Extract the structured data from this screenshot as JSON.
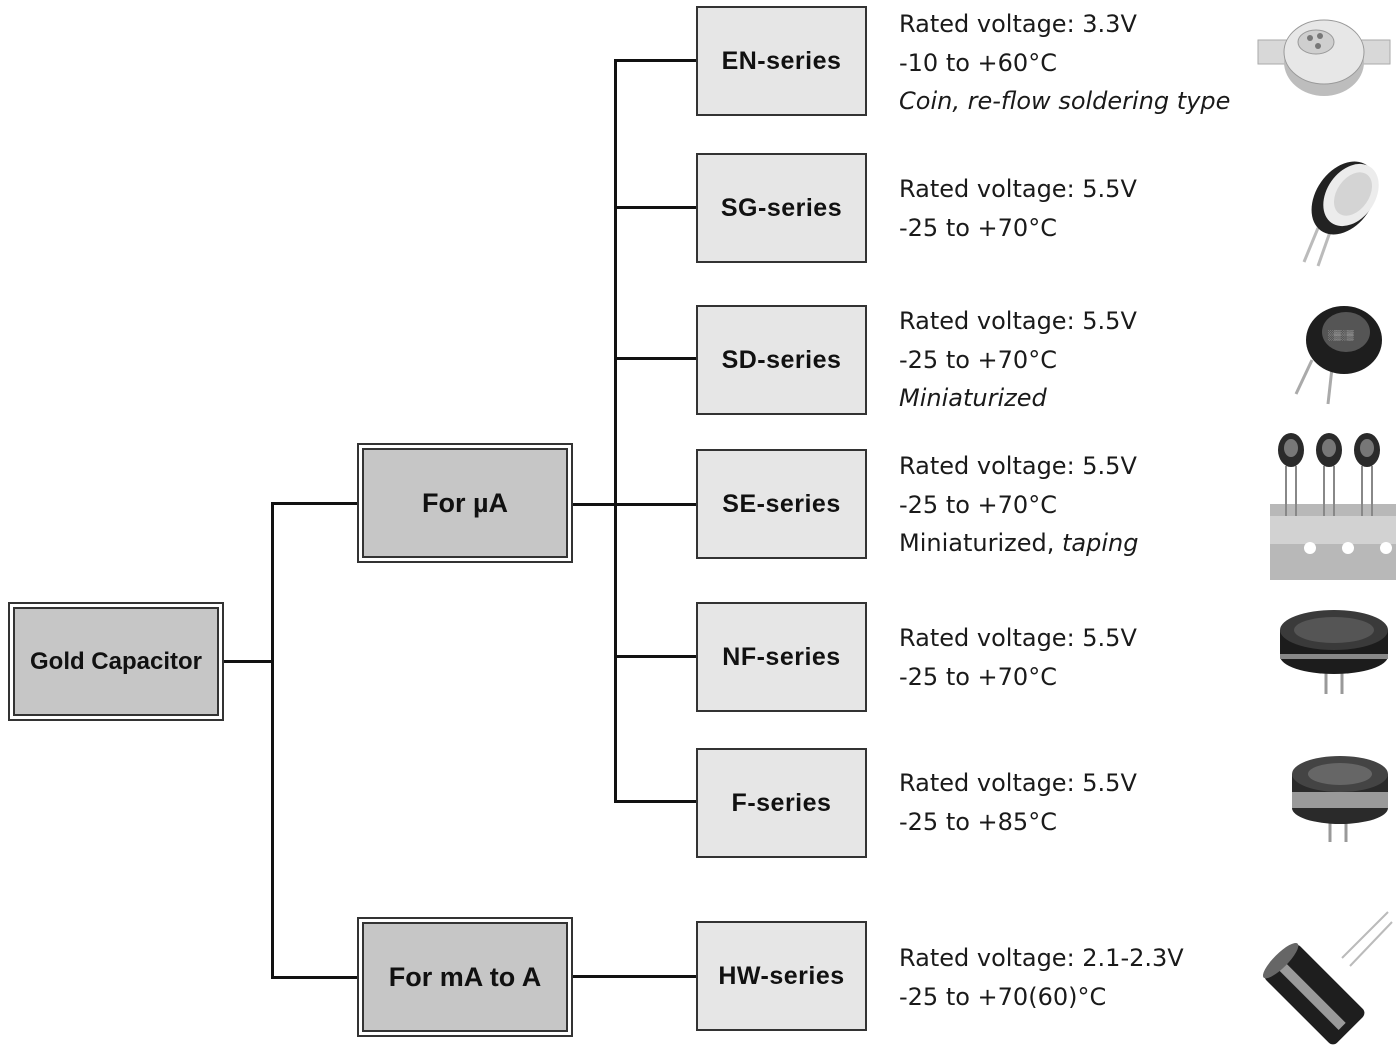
{
  "root": {
    "label": "Gold Capacitor"
  },
  "groups": [
    {
      "label": "For µA"
    },
    {
      "label": "For mA to A"
    }
  ],
  "series": [
    {
      "name": "EN-series",
      "voltage": "Rated voltage: 3.3V",
      "temp": "-10 to +60°C",
      "note_plain": "",
      "note_italic": "Coin, re-flow soldering type",
      "image_icon": "coin-capacitor-icon"
    },
    {
      "name": "SG-series",
      "voltage": "Rated voltage: 5.5V",
      "temp": "-25 to +70°C",
      "note_plain": "",
      "note_italic": "",
      "image_icon": "flat-capacitor-icon"
    },
    {
      "name": "SD-series",
      "voltage": "Rated voltage: 5.5V",
      "temp": "-25 to +70°C",
      "note_plain": "",
      "note_italic": "Miniaturized",
      "image_icon": "miniature-capacitor-icon"
    },
    {
      "name": "SE-series",
      "voltage": "Rated voltage: 5.5V",
      "temp": "-25 to +70°C",
      "note_plain": "Miniaturized, ",
      "note_italic": "taping",
      "image_icon": "taped-capacitors-icon"
    },
    {
      "name": "NF-series",
      "voltage": "Rated voltage: 5.5V",
      "temp": "-25 to +70°C",
      "note_plain": "",
      "note_italic": "",
      "image_icon": "stacked-capacitor-icon"
    },
    {
      "name": "F-series",
      "voltage": "Rated voltage: 5.5V",
      "temp": "-25 to +85°C",
      "note_plain": "",
      "note_italic": "",
      "image_icon": "stacked-capacitor-icon"
    },
    {
      "name": "HW-series",
      "voltage": "Rated voltage: 2.1-2.3V",
      "temp": "-25 to +70(60)°C",
      "note_plain": "",
      "note_italic": "",
      "image_icon": "cylindrical-capacitor-icon"
    }
  ]
}
